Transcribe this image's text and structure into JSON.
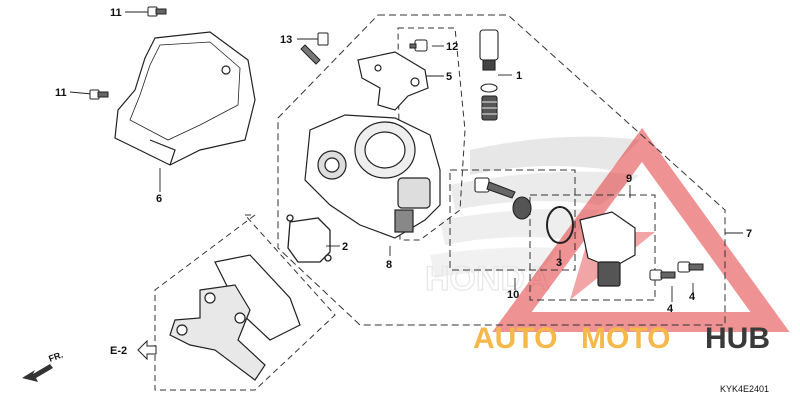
{
  "diagram": {
    "callouts": {
      "c1": "1",
      "c2": "2",
      "c3": "3",
      "c4a": "4",
      "c4b": "4",
      "c5": "5",
      "c6": "6",
      "c7": "7",
      "c8": "8",
      "c9": "9",
      "c10": "10",
      "c11a": "11",
      "c11b": "11",
      "c12": "12",
      "c13": "13"
    },
    "reference_arrow": "E-2",
    "direction_label": "FR.",
    "diagram_code": "KYK4E2401"
  },
  "watermark": {
    "word_auto": "AUTO",
    "word_moto": "MOTO",
    "word_hub": "HUB",
    "brand_text": "HONDA",
    "color_auto": "#f7b84a",
    "color_moto": "#f7b84a",
    "color_hub": "#3a3a3a",
    "color_triangle": "#e2383a"
  }
}
